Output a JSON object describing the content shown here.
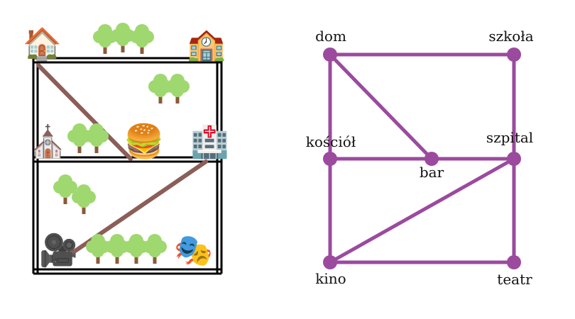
{
  "colors": {
    "road": "#000000",
    "diagonal_path": "#8b5e58",
    "graph": "#9b4a9e",
    "tree_leaf": "#9fd86f",
    "tree_trunk": "#8a5a3b",
    "text": "#111111"
  },
  "map": {
    "places": [
      {
        "id": "house",
        "icon": "house-icon",
        "glyph": "🏠"
      },
      {
        "id": "school",
        "icon": "school-icon",
        "glyph": "🏫"
      },
      {
        "id": "church",
        "icon": "church-icon",
        "glyph": "⛪"
      },
      {
        "id": "burger",
        "icon": "hamburger-icon",
        "glyph": "🍔"
      },
      {
        "id": "hospital",
        "icon": "hospital-icon",
        "glyph": "🏥"
      },
      {
        "id": "camera",
        "icon": "movie-camera-icon",
        "glyph": "🎥"
      },
      {
        "id": "theatre",
        "icon": "theatre-masks-icon",
        "glyph": "🎭"
      }
    ]
  },
  "graph": {
    "nodes": [
      {
        "id": "dom",
        "label": "dom"
      },
      {
        "id": "szkola",
        "label": "szkoła"
      },
      {
        "id": "kosciol",
        "label": "kościół"
      },
      {
        "id": "bar",
        "label": "bar"
      },
      {
        "id": "szpital",
        "label": "szpital"
      },
      {
        "id": "kino",
        "label": "kino"
      },
      {
        "id": "teatr",
        "label": "teatr"
      }
    ],
    "edges": [
      [
        "dom",
        "szkola"
      ],
      [
        "dom",
        "kosciol"
      ],
      [
        "dom",
        "bar"
      ],
      [
        "szkola",
        "szpital"
      ],
      [
        "kosciol",
        "bar"
      ],
      [
        "bar",
        "szpital"
      ],
      [
        "kosciol",
        "kino"
      ],
      [
        "szpital",
        "kino"
      ],
      [
        "szpital",
        "teatr"
      ],
      [
        "kino",
        "teatr"
      ]
    ]
  }
}
